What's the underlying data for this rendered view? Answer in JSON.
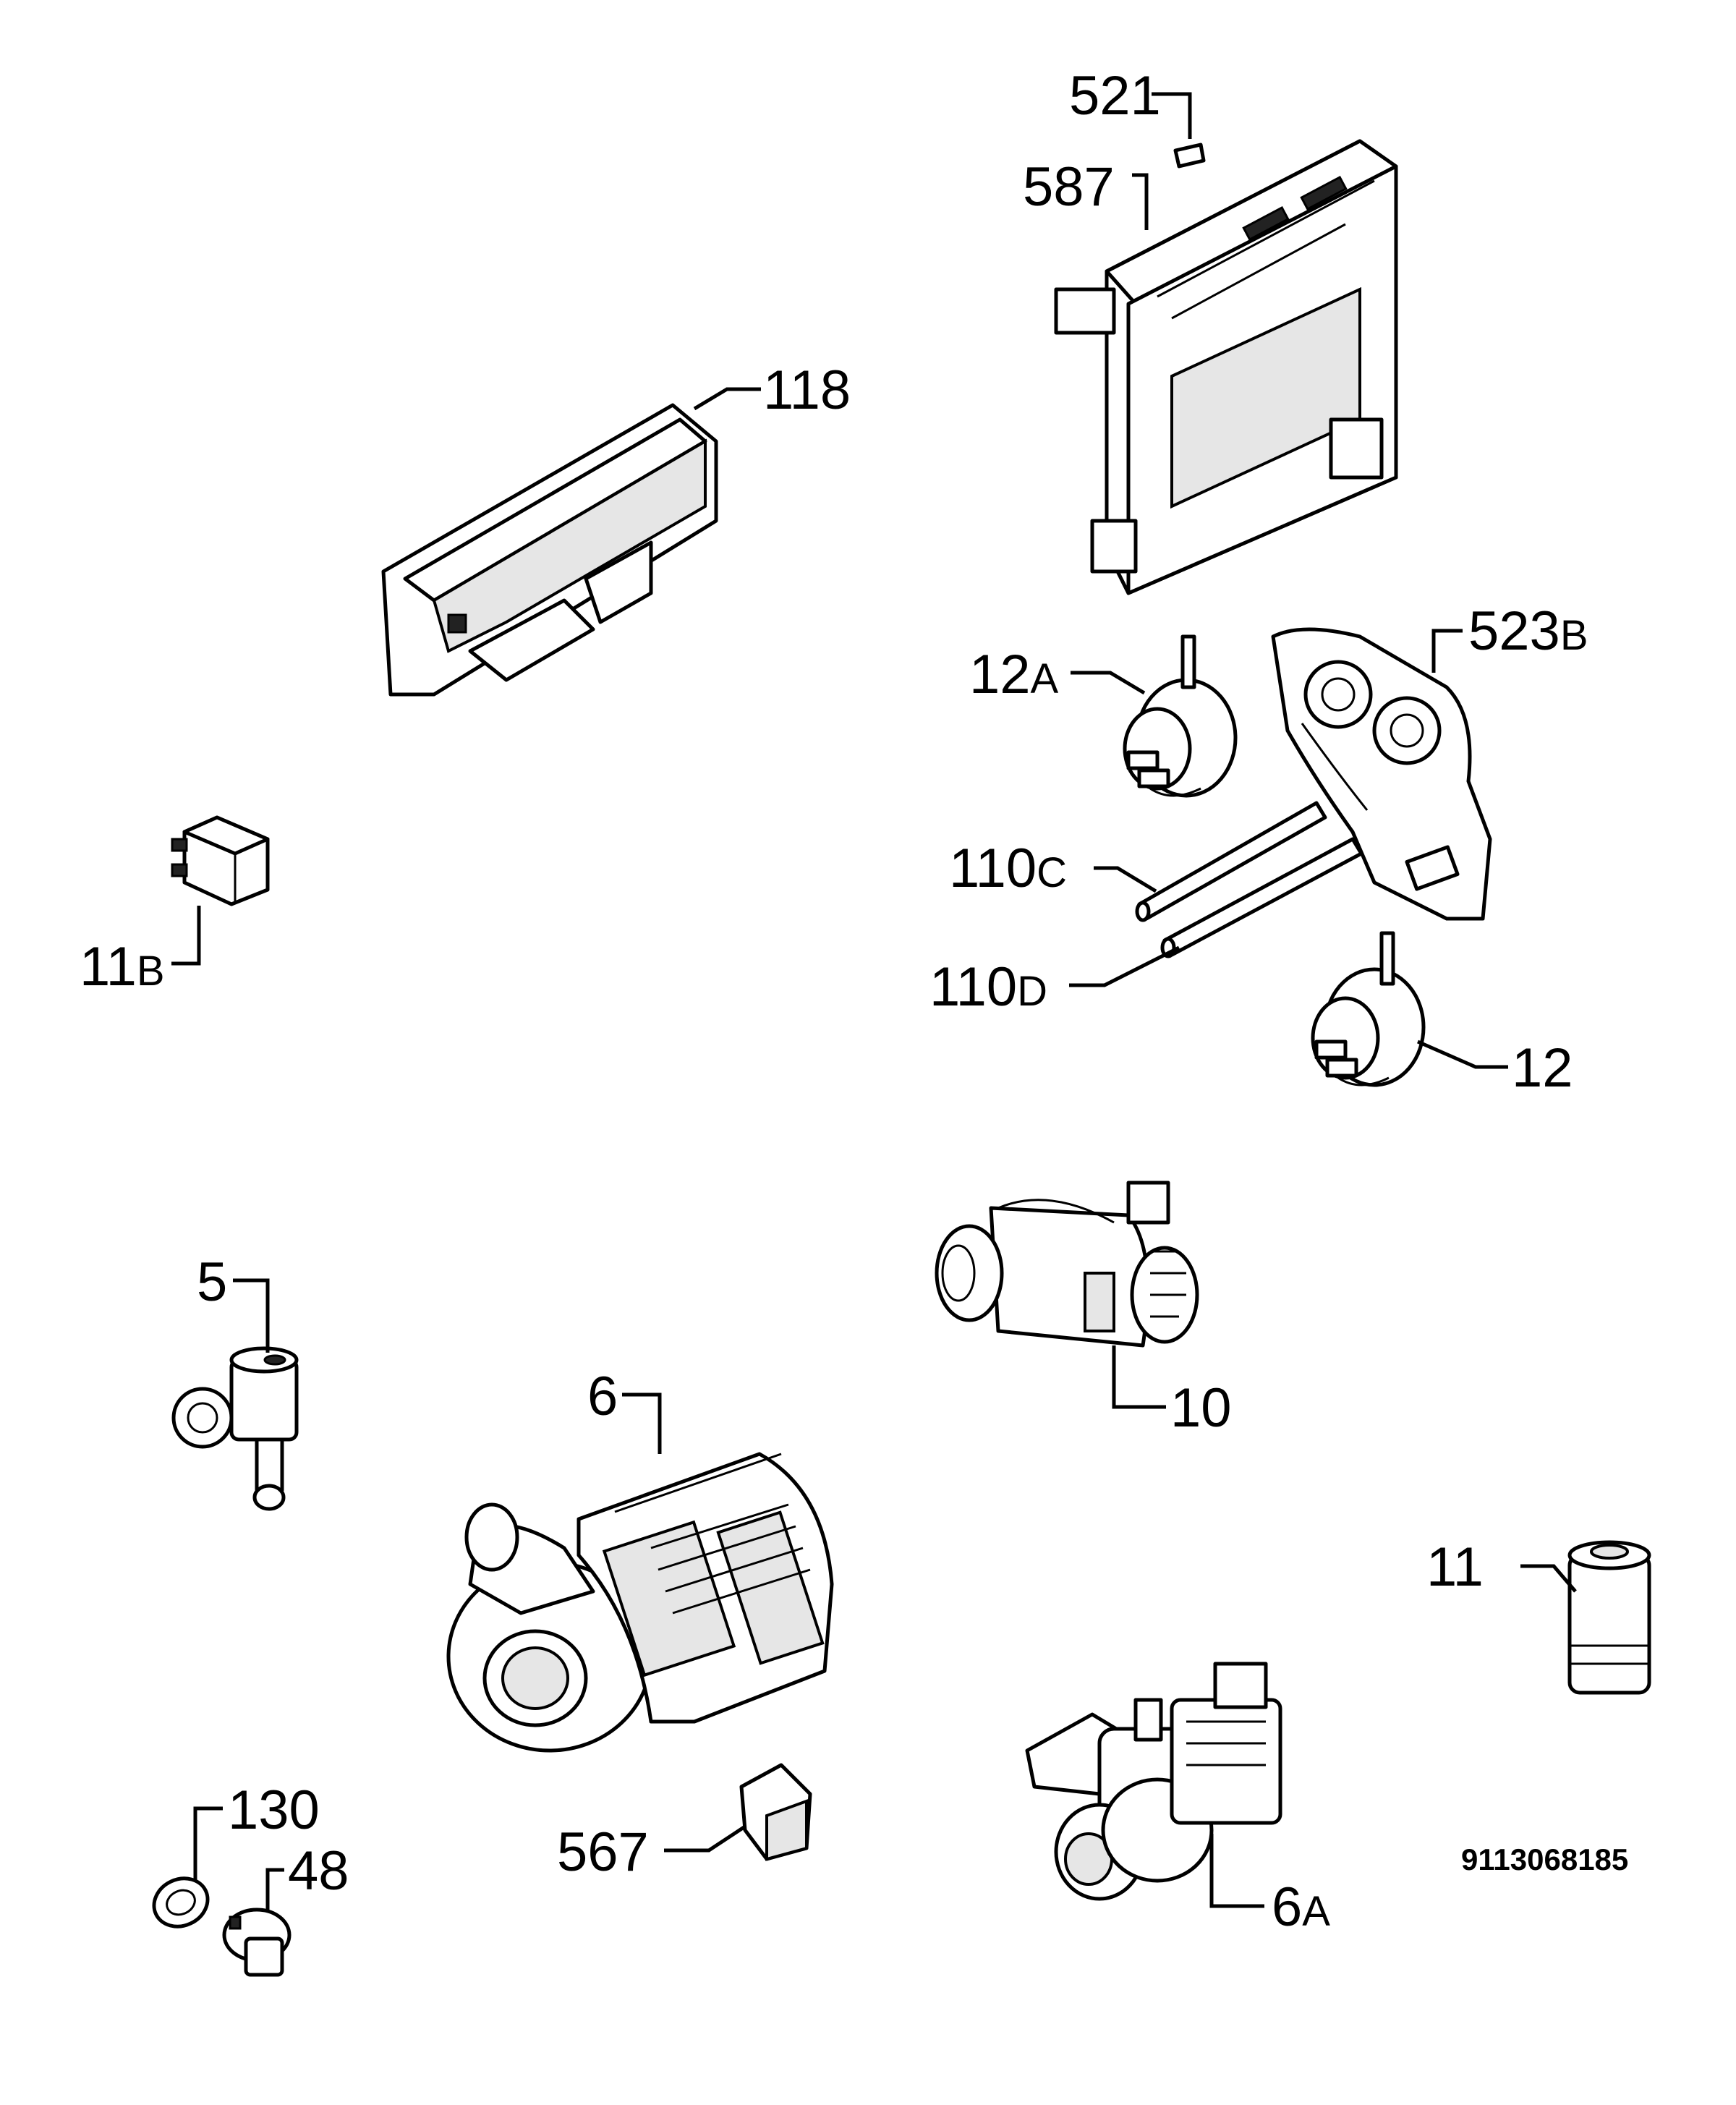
{
  "document_number": "9113068185",
  "parts": [
    {
      "id": "p521",
      "number": "521",
      "suffix": ""
    },
    {
      "id": "p587",
      "number": "587",
      "suffix": ""
    },
    {
      "id": "p118",
      "number": "118",
      "suffix": ""
    },
    {
      "id": "p523b",
      "number": "523",
      "suffix": "B"
    },
    {
      "id": "p12a",
      "number": "12",
      "suffix": "A"
    },
    {
      "id": "p110c",
      "number": "110",
      "suffix": "C"
    },
    {
      "id": "p110d",
      "number": "110",
      "suffix": "D"
    },
    {
      "id": "p12",
      "number": "12",
      "suffix": ""
    },
    {
      "id": "p11b",
      "number": "11",
      "suffix": "B"
    },
    {
      "id": "p5",
      "number": "5",
      "suffix": ""
    },
    {
      "id": "p6",
      "number": "6",
      "suffix": ""
    },
    {
      "id": "p10",
      "number": "10",
      "suffix": ""
    },
    {
      "id": "p11",
      "number": "11",
      "suffix": ""
    },
    {
      "id": "p567",
      "number": "567",
      "suffix": ""
    },
    {
      "id": "p6a",
      "number": "6",
      "suffix": "A"
    },
    {
      "id": "p130",
      "number": "130",
      "suffix": ""
    },
    {
      "id": "p48",
      "number": "48",
      "suffix": ""
    }
  ]
}
